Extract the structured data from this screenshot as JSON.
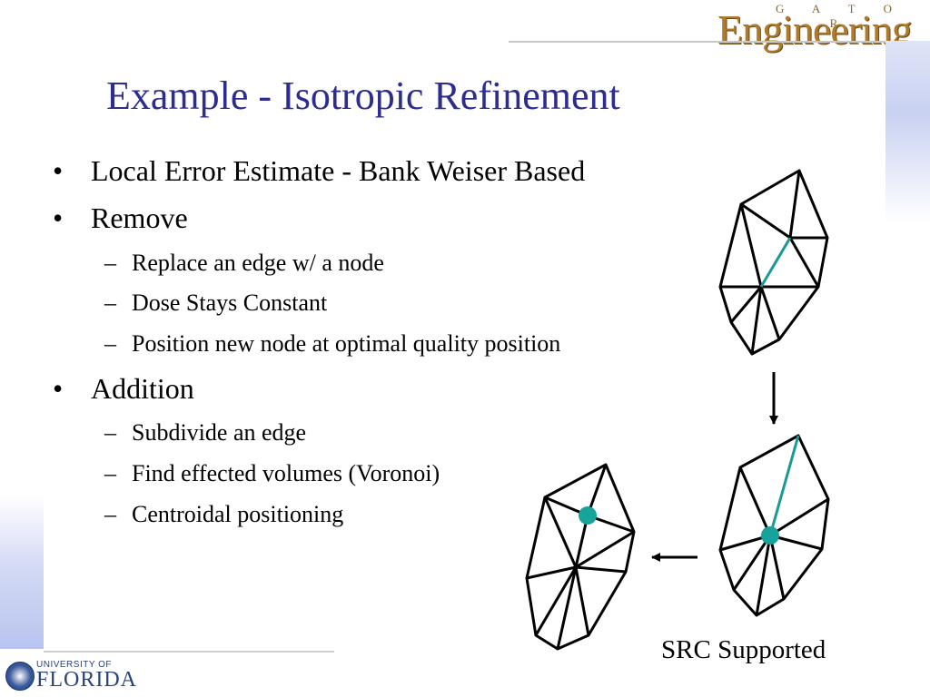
{
  "header": {
    "brand_top": "G A T O R",
    "brand_main": "Engineering"
  },
  "footer": {
    "university_small": "UNIVERSITY OF",
    "university_big": "FLORIDA"
  },
  "slide": {
    "title": "Example - Isotropic Refinement",
    "bullets": [
      {
        "text": "Local Error Estimate - Bank Weiser Based",
        "sub": []
      },
      {
        "text": "Remove",
        "sub": [
          "Replace an edge w/ a node",
          "Dose Stays Constant",
          "Position new node at optimal quality position"
        ]
      },
      {
        "text": "Addition",
        "sub": [
          "Subdivide an edge",
          "Find effected volumes (Voronoi)",
          "Centroidal positioning"
        ]
      }
    ],
    "bullet_glyph": "•",
    "sub_glyph": "–",
    "caption": "SRC Supported"
  },
  "colors": {
    "title": "#2d2d8f",
    "highlight_edge": "#1a9a94",
    "highlight_node": "#17a39c"
  }
}
